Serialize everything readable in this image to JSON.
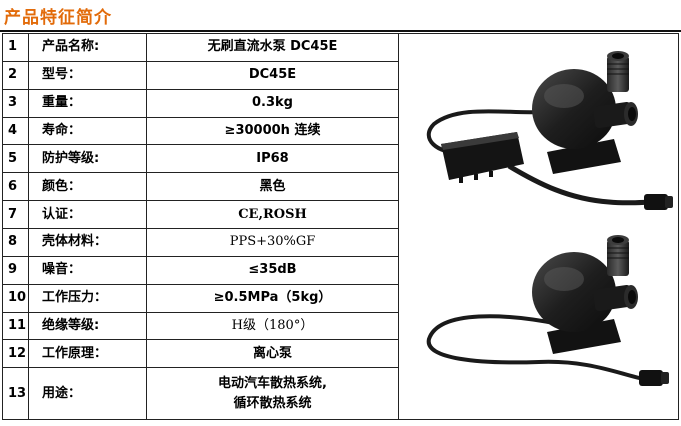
{
  "header": {
    "title": "产品特征简介"
  },
  "rows": [
    {
      "num": "1",
      "label": "产品名称:",
      "value": "无刷直流水泵 DC45E"
    },
    {
      "num": "2",
      "label": "型号：",
      "value": "DC45E"
    },
    {
      "num": "3",
      "label": "重量：",
      "value": "0.3kg"
    },
    {
      "num": "4",
      "label": "寿命：",
      "value": "≥30000h 连续"
    },
    {
      "num": "5",
      "label": "防护等级:",
      "value": "IP68"
    },
    {
      "num": "6",
      "label": "颜色：",
      "value": "黑色"
    },
    {
      "num": "7",
      "label": "认证：",
      "value": "CE,ROSH"
    },
    {
      "num": "8",
      "label": "壳体材料：",
      "value": "PPS+30%GF"
    },
    {
      "num": "9",
      "label": "噪音：",
      "value": "≤35dB"
    },
    {
      "num": "10",
      "label": "工作压力：",
      "value": "≥0.5MPa（5kg）"
    },
    {
      "num": "11",
      "label": "绝缘等级:",
      "value": "H级（180°）"
    },
    {
      "num": "12",
      "label": "工作原理：",
      "value": "离心泵"
    },
    {
      "num": "13",
      "label": "用途：",
      "value_line1": "电动汽车散热系统,",
      "value_line2": "循环散热系统"
    }
  ],
  "images": {
    "top": "pump-with-controller-image",
    "bottom": "pump-image"
  }
}
